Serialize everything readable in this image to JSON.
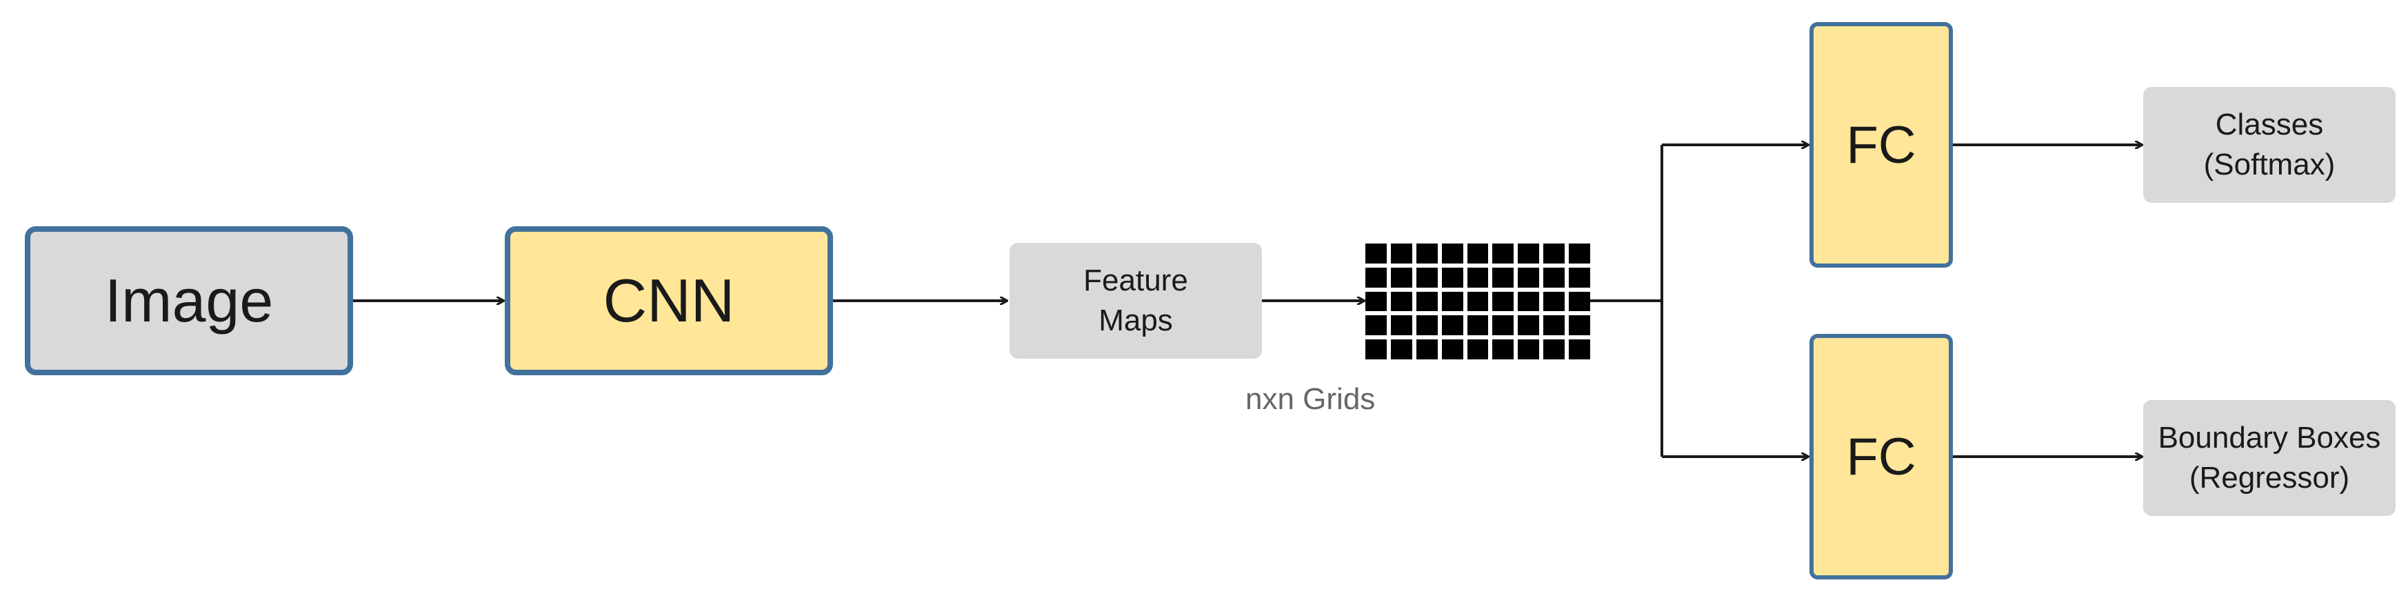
{
  "nodes": {
    "image": "Image",
    "cnn": "CNN",
    "feature_maps": [
      "Feature",
      "Maps"
    ],
    "grid_label": "nxn Grids",
    "fc_top": "FC",
    "fc_bottom": "FC",
    "classes": [
      "Classes",
      "(Softmax)"
    ],
    "boxes": [
      "Boundary Boxes",
      "(Regressor)"
    ]
  },
  "grid": {
    "rows": 5,
    "cols": 9
  },
  "colors": {
    "border": "#41719c",
    "gray": "#d9d9d9",
    "yellow": "#ffe699",
    "arrow": "#1a1a1a"
  }
}
